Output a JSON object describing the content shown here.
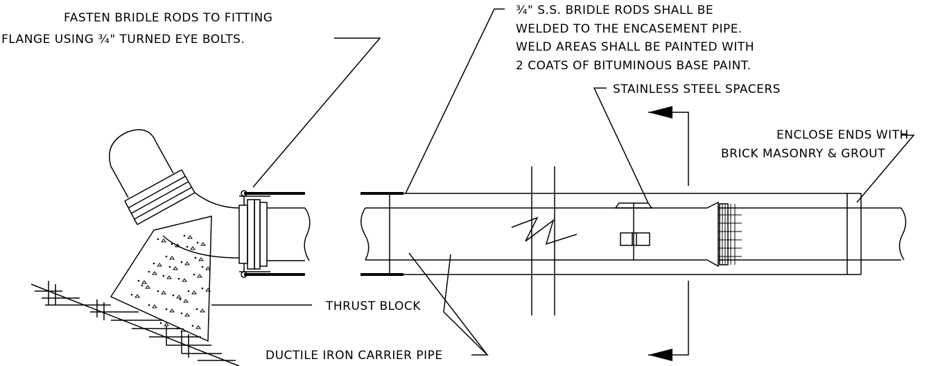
{
  "notes": {
    "fasten_line1": "FASTEN BRIDLE RODS TO FITTING",
    "fasten_line2": "FLANGE USING ¾\" TURNED EYE BOLTS.",
    "bridle_line1": "¾\" S.S. BRIDLE RODS SHALL BE",
    "bridle_line2": "WELDED TO THE ENCASEMENT PIPE.",
    "bridle_line3": "WELD AREAS SHALL BE PAINTED WITH",
    "bridle_line4": "2 COATS OF BITUMINOUS BASE PAINT.",
    "spacers": "STAINLESS STEEL SPACERS",
    "enclose_line1": "ENCLOSE ENDS WITH",
    "enclose_line2": "BRICK MASONRY & GROUT",
    "thrust_block": "THRUST BLOCK",
    "carrier_pipe": "DUCTILE IRON CARRIER PIPE"
  }
}
